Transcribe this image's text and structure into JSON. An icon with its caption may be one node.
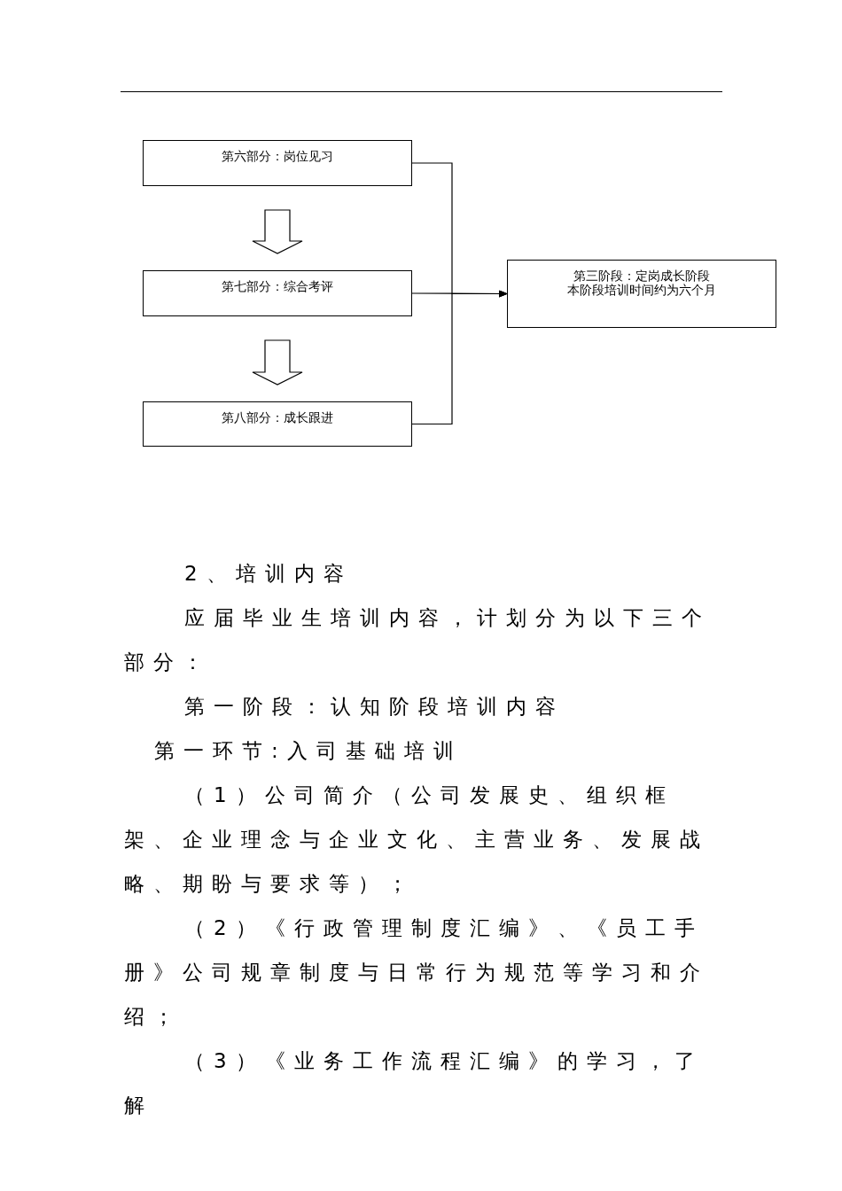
{
  "diagram": {
    "nodes": [
      {
        "text": [
          "第六部分：岗位见习"
        ]
      },
      {
        "text": [
          "第七部分：综合考评"
        ]
      },
      {
        "text": [
          "第八部分：成长跟进"
        ]
      },
      {
        "text": [
          "第三阶段：定岗成长阶段",
          "本阶段培训时间约为六个月"
        ]
      }
    ],
    "edges": [
      {
        "from": 0,
        "to": 1,
        "arrow": "to",
        "style": "thick"
      },
      {
        "from": 1,
        "to": 2,
        "arrow": "to",
        "style": "thick"
      },
      {
        "from": 0,
        "to": 3,
        "arrow": "to"
      },
      {
        "from": 1,
        "to": 3,
        "arrow": "to"
      },
      {
        "from": 2,
        "to": 3,
        "arrow": "to"
      }
    ],
    "labels": [
      "2、培训内容",
      "应届毕业生培训内容，计划分为以下三个部分：",
      "第一阶段：认知阶段培训内容",
      "第一环节:入司基础培训",
      "（1）公司简介（公司发展史、组织框架、企业理念与企业文化、主营业务、发展战略、期盼与要求等）；",
      "（2）《行政管理制度汇编》、《员工手册》公司规章制度与日常行为规范等学习和介绍；",
      "（3）《业务工作流程汇编》的学习，了解"
    ]
  }
}
